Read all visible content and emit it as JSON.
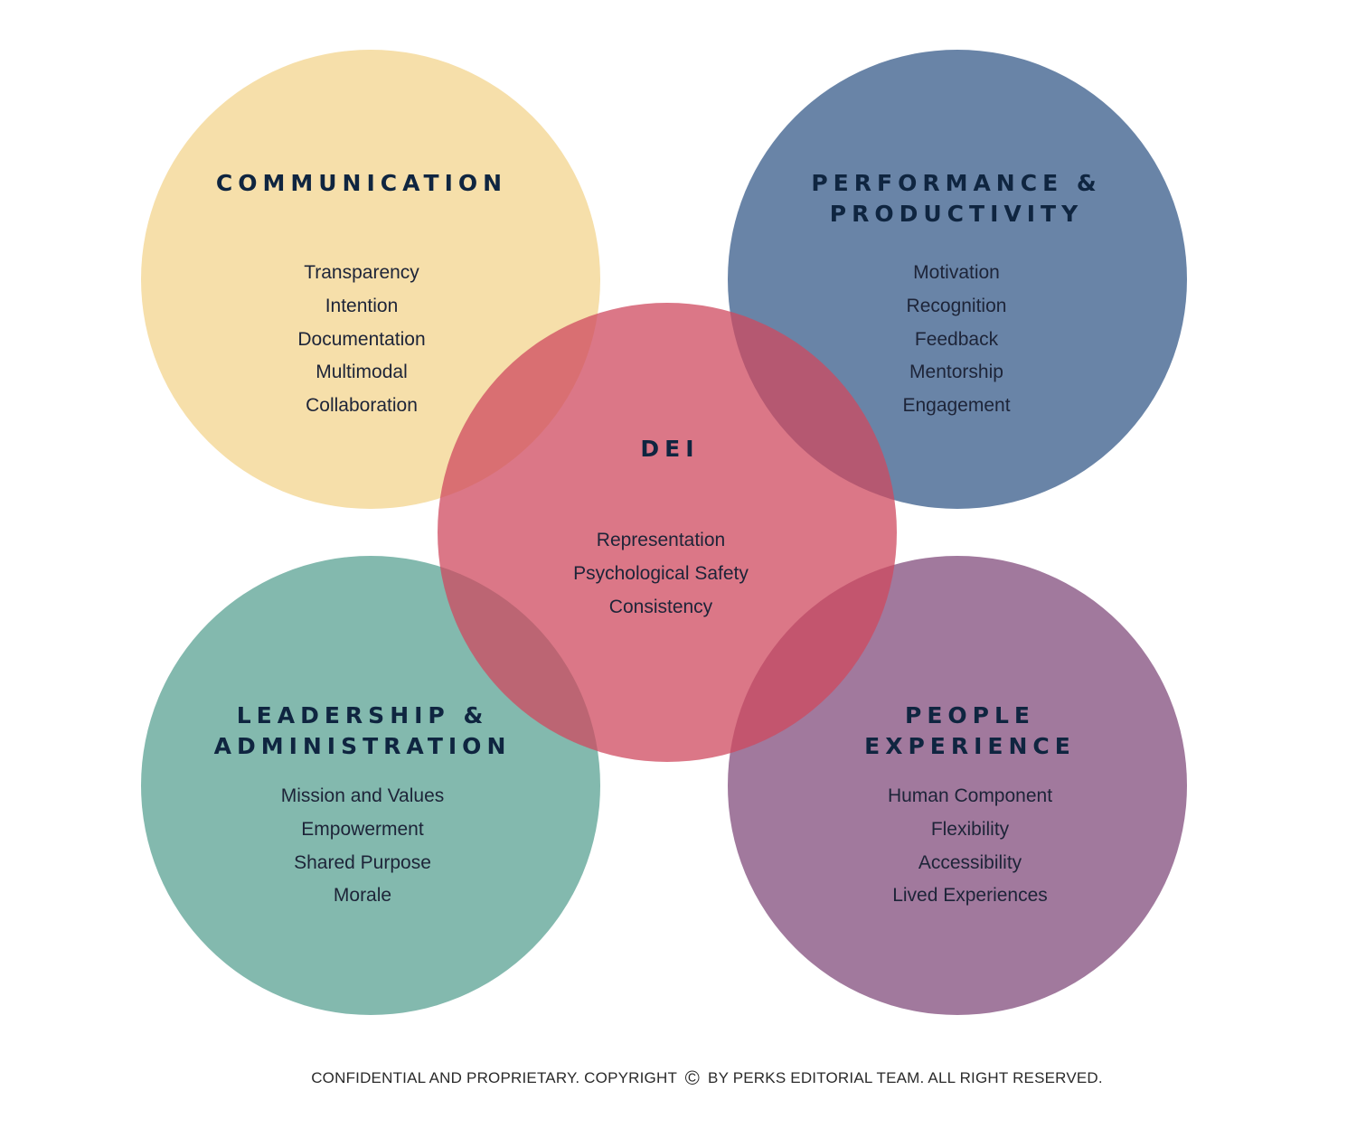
{
  "circles": {
    "communication": {
      "title": "COMMUNICATION",
      "items": [
        "Transparency",
        "Intention",
        "Documentation",
        "Multimodal",
        "Collaboration"
      ],
      "color": "#f6dfaa"
    },
    "performance": {
      "title_line1": "PERFORMANCE &",
      "title_line2": "PRODUCTIVITY",
      "items": [
        "Motivation",
        "Recognition",
        "Feedback",
        "Mentorship",
        "Engagement"
      ],
      "color": "#4c6d96"
    },
    "dei": {
      "title": "DEI",
      "items": [
        "Representation",
        "Psychological Safety",
        "Consistency"
      ],
      "color": "#cf4a5f"
    },
    "leadership": {
      "title_line1": "LEADERSHIP &",
      "title_line2": "ADMINISTRATION",
      "items": [
        "Mission and Values",
        "Empowerment",
        "Shared Purpose",
        "Morale"
      ],
      "color": "#83b9ae"
    },
    "people": {
      "title_line1": "PEOPLE",
      "title_line2": "EXPERIENCE",
      "items": [
        "Human Component",
        "Flexibility",
        "Accessibility",
        "Lived Experiences"
      ],
      "color": "#8f5f8a"
    }
  },
  "footer": {
    "text_before": "CONFIDENTIAL AND PROPRIETARY. COPYRIGHT",
    "copyright_symbol": "©",
    "text_after": "BY PERKS EDITORIAL TEAM. ALL RIGHT RESERVED."
  }
}
